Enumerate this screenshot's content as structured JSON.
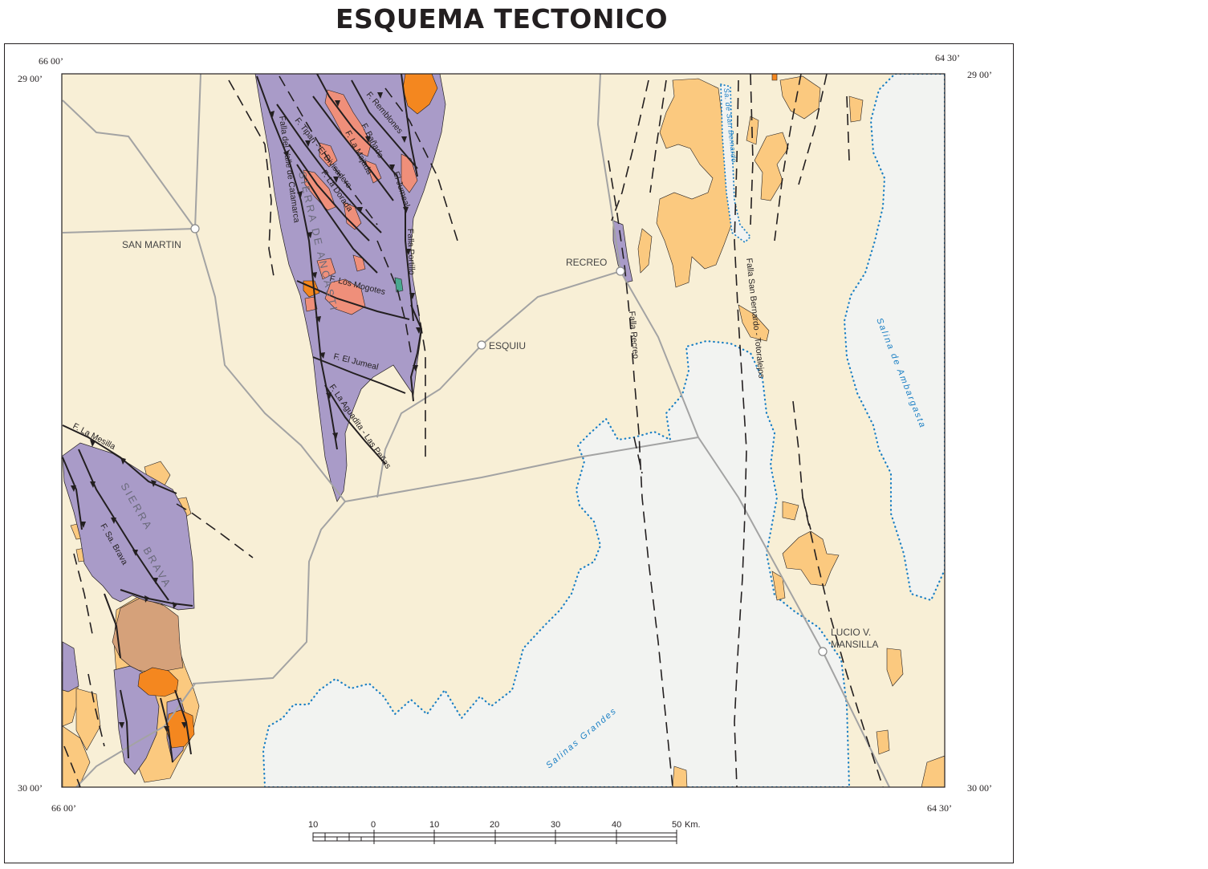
{
  "title": "ESQUEMA TECTONICO",
  "coords": {
    "top_left_lon": "66 00’",
    "top_right_lon": "64 30’",
    "top_left_lat": "29 00’",
    "top_right_lat": "29 00’",
    "bottom_left_lat": "30 00’",
    "bottom_right_lat": "30 00’",
    "bottom_left_lon": "66 00’",
    "bottom_right_lon": "64 30’"
  },
  "towns": {
    "san_martin": "SAN MARTIN",
    "recreo": "RECREO",
    "esquiu": "ESQUIU",
    "lucio_1": "LUCIO V.",
    "lucio_2": "MANSILLA"
  },
  "faults": {
    "remblones": "F. Remblones",
    "banado": "F. Bañado",
    "tipan": "F. Tipan - El Divisadero",
    "majada": "F. La Majada",
    "jumeal_n": "El Jumeal",
    "dorada": "F. La Dorada",
    "valle_catamarca": "Falla del Valle de Catamarca",
    "portillo": "Falla Portillo",
    "mogotes": "F. Los Mogotes",
    "jumeal": "F. El Jumeal",
    "aguadita": "F. La Aguadita - Las Peñas",
    "recreo": "Falla Recreo",
    "san_bernardo": "Falla San Bernardo - Totoralejos",
    "mesilla": "F. La Mesilla",
    "sa_brava": "F. Sa. Brava"
  },
  "ranges": {
    "ancasti": "SIERRA DE ANCASTI",
    "brava_1": "SIERRA",
    "brava_2": "BRAVA",
    "sa_san_bernardo": "Sa. de San Bernardo"
  },
  "salinas": {
    "grandes": "Salinas Grandes",
    "ambargasta": "Salina de Ambargasta"
  },
  "scale": {
    "ticks": [
      "10",
      "0",
      "10",
      "20",
      "30",
      "40",
      "50"
    ],
    "unit": "Km."
  },
  "colors": {
    "plain": "#f8efd6",
    "salina": "#f2f3f1",
    "basement": "#a99bc8",
    "granite": "#ef8f7a",
    "volcanic": "#f4871f",
    "sediment": "#fbc97f",
    "brown": "#d5a17a",
    "road": "#a3a3a3",
    "salina_edge": "#1a7fc4"
  }
}
